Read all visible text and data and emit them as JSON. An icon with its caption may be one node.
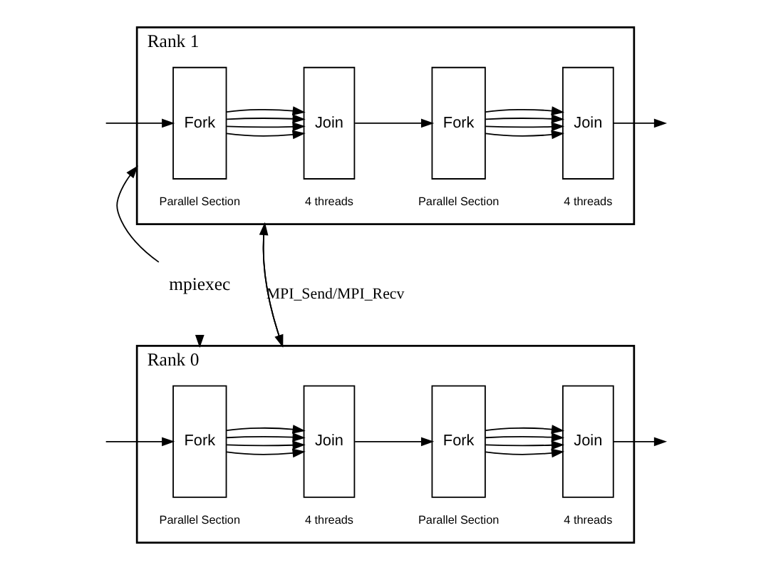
{
  "diagram": {
    "nodes": [
      {
        "text": [
          "Rank 0"
        ]
      },
      {
        "text": [
          "Fork"
        ],
        "in": 0
      },
      {
        "text": [
          "Join"
        ],
        "in": 0
      },
      {
        "text": [
          "Fork"
        ],
        "in": 0
      },
      {
        "text": [
          "Join"
        ],
        "in": 0
      },
      {
        "text": [
          "mpiexec"
        ]
      },
      {
        "text": [
          "Rank 1"
        ]
      },
      {
        "text": [
          "Fork"
        ],
        "in": 6
      },
      {
        "text": [
          "Join"
        ],
        "in": 6
      },
      {
        "text": [
          "Fork"
        ],
        "in": 6
      },
      {
        "text": [
          "Join"
        ],
        "in": 6
      }
    ],
    "edges": [
      {
        "from": null,
        "to": 1,
        "arrow": "to"
      },
      {
        "from": 1,
        "to": 2,
        "arrow": "to"
      },
      {
        "from": 1,
        "to": 2,
        "arrow": "to"
      },
      {
        "from": 1,
        "to": 2,
        "arrow": "to"
      },
      {
        "from": 1,
        "to": 2,
        "arrow": "to"
      },
      {
        "from": 2,
        "to": 3,
        "arrow": "to"
      },
      {
        "from": 3,
        "to": 4,
        "arrow": "to"
      },
      {
        "from": 3,
        "to": 4,
        "arrow": "to"
      },
      {
        "from": 3,
        "to": 4,
        "arrow": "to"
      },
      {
        "from": 3,
        "to": 4,
        "arrow": "to"
      },
      {
        "from": 4,
        "to": null,
        "arrow": "to"
      },
      {
        "from": null,
        "to": 7,
        "arrow": "to"
      },
      {
        "from": 7,
        "to": 8,
        "arrow": "to"
      },
      {
        "from": 7,
        "to": 8,
        "arrow": "to"
      },
      {
        "from": 7,
        "to": 8,
        "arrow": "to"
      },
      {
        "from": 7,
        "to": 8,
        "arrow": "to"
      },
      {
        "from": 8,
        "to": 9,
        "arrow": "to"
      },
      {
        "from": 9,
        "to": 10,
        "arrow": "to"
      },
      {
        "from": 9,
        "to": 10,
        "arrow": "to"
      },
      {
        "from": 9,
        "to": 10,
        "arrow": "to"
      },
      {
        "from": 9,
        "to": 10,
        "arrow": "to"
      },
      {
        "from": 10,
        "to": null,
        "arrow": "to"
      },
      {
        "from": 5,
        "to": 0,
        "arrow": "to"
      },
      {
        "from": 5,
        "to": 6,
        "arrow": "to"
      },
      {
        "from": 0,
        "to": 6,
        "arrow": "to"
      },
      {
        "from": 6,
        "to": 0,
        "arrow": "to",
        "label": "MPI_Send/MPI_Recv"
      }
    ],
    "labels": [
      "Parallel Section",
      "Parallel Section",
      "4 threads",
      "4 threads",
      "Parallel Section",
      "Parallel Section",
      "4 threads",
      "4 threads"
    ]
  }
}
